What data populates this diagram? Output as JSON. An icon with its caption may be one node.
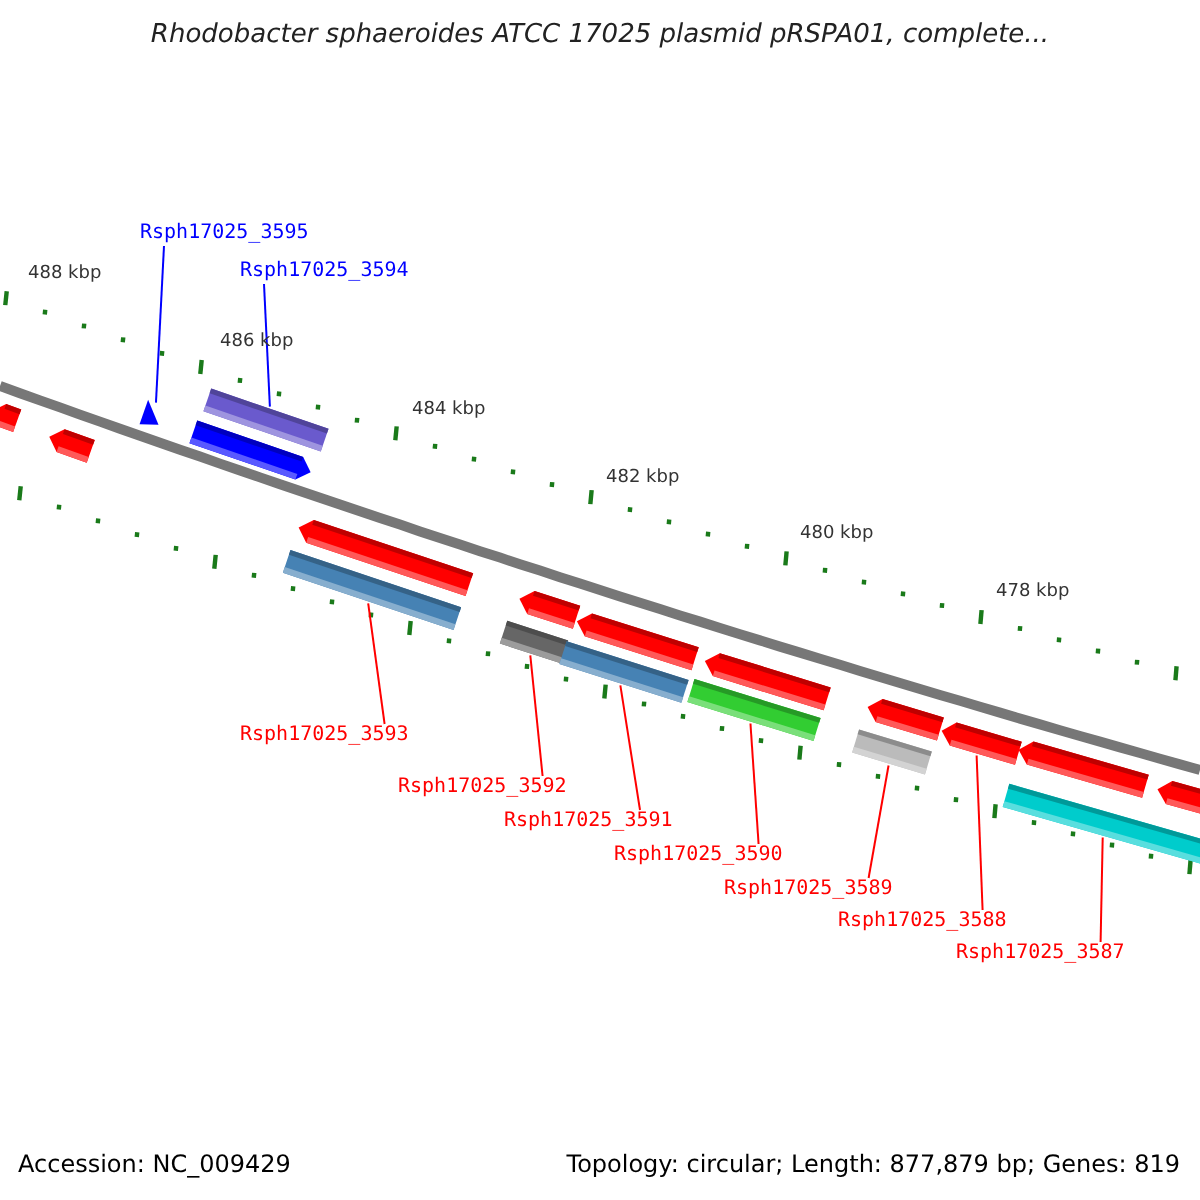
{
  "diagram": {
    "title": "Rhodobacter sphaeroides ATCC 17025 plasmid pRSPA01, complete...",
    "nodes": [
      {
        "text": [
          "Rsph17025_3595"
        ]
      },
      {
        "text": [
          "Rsph17025_3594"
        ]
      },
      {
        "text": [
          "Rsph17025_3593"
        ]
      },
      {
        "text": [
          "Rsph17025_3592"
        ]
      },
      {
        "text": [
          "Rsph17025_3591"
        ]
      },
      {
        "text": [
          "Rsph17025_3590"
        ]
      },
      {
        "text": [
          "Rsph17025_3589"
        ]
      },
      {
        "text": [
          "Rsph17025_3588"
        ]
      },
      {
        "text": [
          "Rsph17025_3587"
        ]
      },
      {
        "text": [],
        "shape": "arrow"
      },
      {
        "text": [],
        "shape": "arrow"
      },
      {
        "text": [],
        "shape": "arrow"
      },
      {
        "text": [],
        "shape": "arrow"
      },
      {
        "text": [],
        "shape": "box"
      },
      {
        "text": [],
        "shape": "box"
      },
      {
        "text": [],
        "shape": "arrow"
      },
      {
        "text": [],
        "shape": "box"
      },
      {
        "text": [],
        "shape": "arrow"
      },
      {
        "text": [],
        "shape": "box"
      },
      {
        "text": [],
        "shape": "arrow"
      },
      {
        "text": [],
        "shape": "box"
      },
      {
        "text": [],
        "shape": "arrow"
      },
      {
        "text": [],
        "shape": "box"
      },
      {
        "text": [],
        "shape": "arrow"
      },
      {
        "text": [],
        "shape": "arrow"
      },
      {
        "text": [],
        "shape": "arrow"
      },
      {
        "text": [],
        "shape": "box"
      },
      {
        "text": [],
        "shape": "arrow"
      }
    ],
    "edges": [
      {
        "from": 0,
        "to": 11,
        "arrow": "none",
        "color": "#0000ff"
      },
      {
        "from": 1,
        "to": 13,
        "arrow": "none",
        "color": "#0000ff"
      },
      {
        "from": 2,
        "to": 14,
        "arrow": "none"
      },
      {
        "from": 3,
        "to": 16,
        "arrow": "none"
      },
      {
        "from": 4,
        "to": 18,
        "arrow": "none"
      },
      {
        "from": 5,
        "to": 20,
        "arrow": "none"
      },
      {
        "from": 6,
        "to": 22,
        "arrow": "none"
      },
      {
        "from": 7,
        "to": 24,
        "arrow": "none"
      },
      {
        "from": 8,
        "to": 26,
        "arrow": "none"
      }
    ],
    "labels": [
      "488 kbp",
      "486 kbp",
      "484 kbp",
      "482 kbp",
      "480 kbp",
      "478 kbp",
      "Accession: NC_009429",
      "Topology: circular; Length: 877,879 bp; Genes: 819"
    ]
  }
}
